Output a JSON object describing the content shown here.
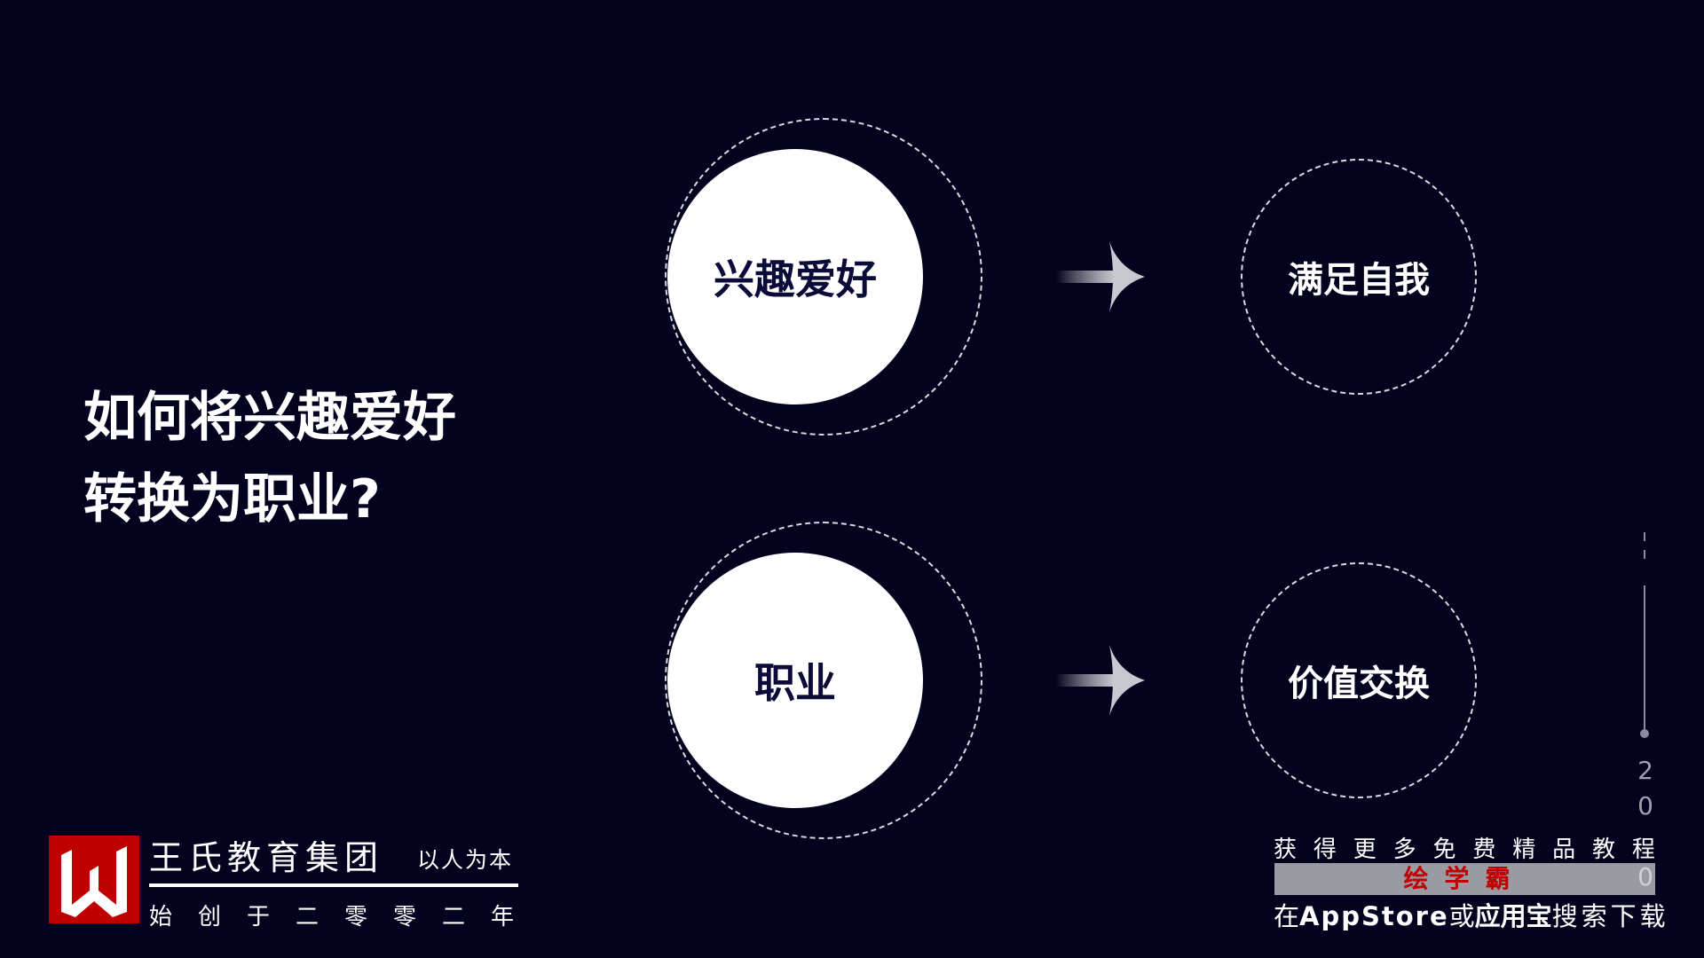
{
  "title": {
    "line1": "如何将兴趣爱好",
    "line2": "转换为职业?"
  },
  "rows": [
    {
      "source": "兴趣爱好",
      "target": "满足自我"
    },
    {
      "source": "职业",
      "target": "价值交换"
    }
  ],
  "brand": {
    "logo_letter": "W",
    "name": "王氏教育集团",
    "motto": "以人为本",
    "since": "始创于二零零二年"
  },
  "promo": {
    "line1": [
      "获",
      "得",
      "更",
      "多",
      "免",
      "费",
      "精",
      "品",
      "教",
      "程"
    ],
    "app_name": "绘学霸",
    "line3_prefix": "在",
    "line3_store": "AppStore",
    "line3_or": "或",
    "line3_app": "应用宝",
    "line3_suffix": "搜索下载"
  },
  "side_digits": [
    "2",
    "0",
    "0"
  ],
  "colors": {
    "background": "#03031f",
    "accent": "#c00000"
  }
}
